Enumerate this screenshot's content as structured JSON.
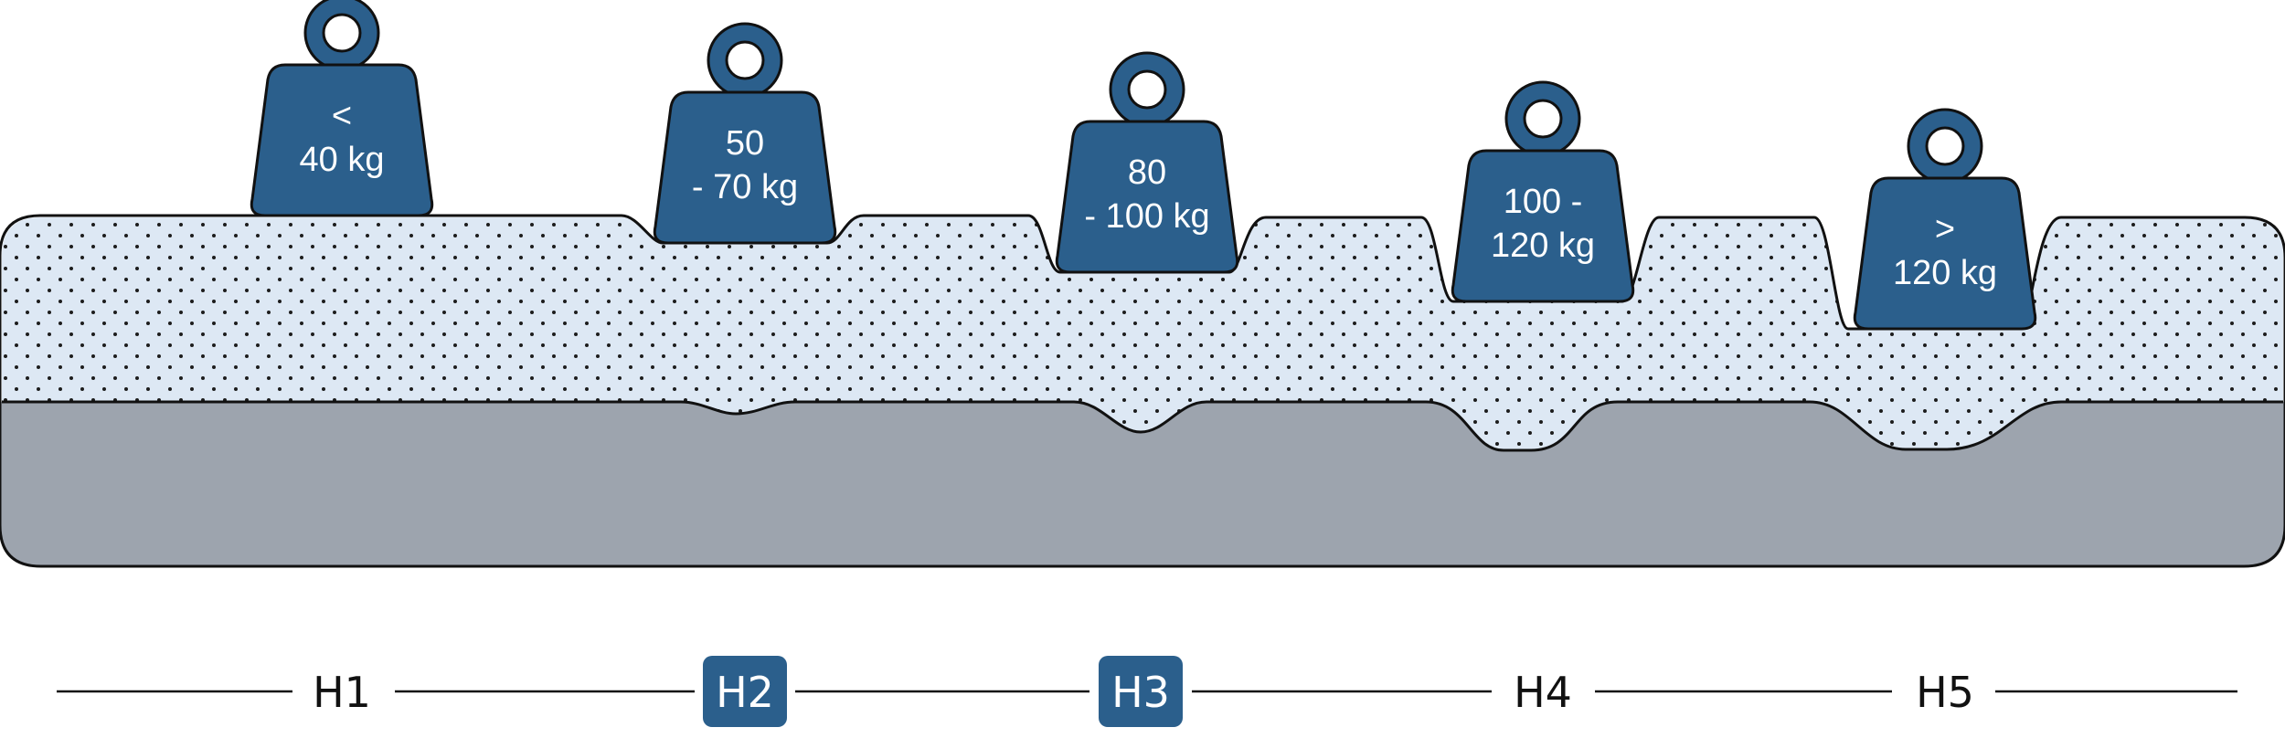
{
  "colors": {
    "weight": "#2b5f8c",
    "outline": "#111111",
    "foam_top": "#dde8f4",
    "foam_dots": "#1c1c1c",
    "base": "#9da4ae",
    "label_dark": "#111111",
    "label_light": "#ffffff",
    "line": "#111111"
  },
  "weights": [
    {
      "lines": [
        "<",
        "40 kg"
      ]
    },
    {
      "lines": [
        "50",
        "- 70 kg"
      ]
    },
    {
      "lines": [
        "80",
        "- 100 kg"
      ]
    },
    {
      "lines": [
        "100 -",
        "120 kg"
      ]
    },
    {
      "lines": [
        ">",
        "120 kg"
      ]
    }
  ],
  "hardness": [
    {
      "label": "H1",
      "highlighted": false
    },
    {
      "label": "H2",
      "highlighted": true
    },
    {
      "label": "H3",
      "highlighted": true
    },
    {
      "label": "H4",
      "highlighted": false
    },
    {
      "label": "H5",
      "highlighted": false
    }
  ]
}
